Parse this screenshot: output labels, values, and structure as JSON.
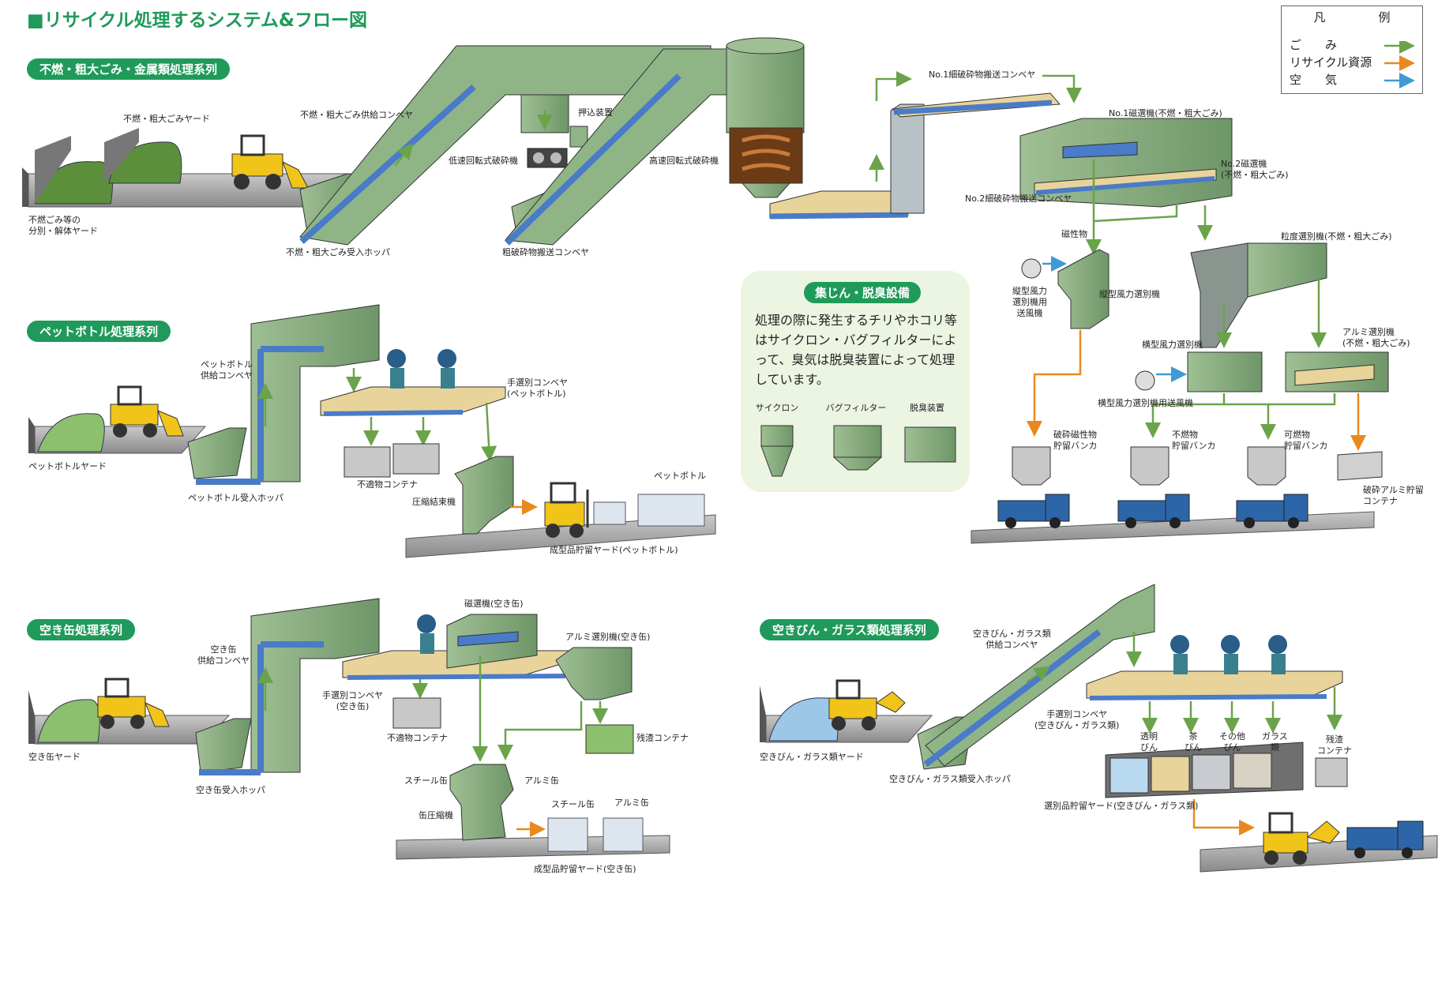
{
  "title": "■リサイクル処理するシステム&フロー図",
  "legend": {
    "title": "凡　例",
    "items": [
      {
        "label": "ご　　み",
        "color": "#6ba34a"
      },
      {
        "label": "リサイクル資源",
        "color": "#e8891f"
      },
      {
        "label": "空　　気",
        "color": "#3f9ad6"
      }
    ]
  },
  "sections": {
    "metal": "不燃・粗大ごみ・金属類処理系列",
    "pet": "ペットボトル処理系列",
    "can": "空き缶処理系列",
    "glass": "空きびん・ガラス類処理系列"
  },
  "metal": {
    "yard": "不燃・粗大ごみヤード",
    "sort_yard": "不燃ごみ等の\n分別・解体ヤード",
    "supply_conveyor": "不燃・粗大ごみ供給コンベヤ",
    "hopper": "不燃・粗大ごみ受入ホッパ",
    "low_speed": "低速回転式破砕機",
    "push": "押込装置",
    "coarse_conveyor": "粗破砕物搬送コンベヤ",
    "high_speed": "高速回転式破砕機",
    "no1_conveyor": "No.1細破砕物搬送コンベヤ",
    "no1_magnet": "No.1磁選機(不燃・粗大ごみ)",
    "no2_magnet": "No.2磁選機\n(不燃・粗大ごみ)",
    "no2_conveyor": "No.2細破砕物搬送コンベヤ",
    "magnetic": "磁性物",
    "vertical_fan": "縦型風力\n選別機用\n送風機",
    "vertical_sorter": "縦型風力選別機",
    "grain_sorter": "粒度選別機(不燃・粗大ごみ)",
    "horizontal_sorter": "横型風力選別機",
    "horizontal_fan": "横型風力選別機用送風機",
    "alu_sorter": "アルミ選別機\n(不燃・粗大ごみ)",
    "bunker_magnetic": "破砕磁性物\n貯留バンカ",
    "bunker_noncomb": "不燃物\n貯留バンカ",
    "bunker_comb": "可燃物\n貯留バンカ",
    "alu_container": "破砕アルミ貯留\nコンテナ"
  },
  "dust": {
    "title": "集じん・脱臭設備",
    "body": "処理の際に発生するチリやホコリ等はサイクロン・バグフィルターによって、臭気は脱臭装置によって処理しています。",
    "cyclone": "サイクロン",
    "bag_filter": "バグフィルター",
    "deodorizer": "脱臭装置"
  },
  "pet": {
    "supply_conveyor": "ペットボトル\n供給コンベヤ",
    "hand_conveyor": "手選別コンベヤ\n(ペットボトル)",
    "yard": "ペットボトルヤード",
    "hopper": "ペットボトル受入ホッパ",
    "unfit": "不適物コンテナ",
    "compressor": "圧縮結束機",
    "bales": "ペットボトル",
    "product_yard": "成型品貯留ヤード(ペットボトル)"
  },
  "can": {
    "supply_conveyor": "空き缶\n供給コンベヤ",
    "magnet": "磁選機(空き缶)",
    "alu_sorter": "アルミ選別機(空き缶)",
    "hand_conveyor": "手選別コンベヤ\n(空き缶)",
    "unfit": "不適物コンテナ",
    "residue": "残渣コンテナ",
    "yard": "空き缶ヤード",
    "hopper": "空き缶受入ホッパ",
    "steel": "スチール缶",
    "alu": "アルミ缶",
    "compressor": "缶圧縮機",
    "steel2": "スチール缶",
    "alu2": "アルミ缶",
    "product_yard": "成型品貯留ヤード(空き缶)"
  },
  "glass": {
    "supply_conveyor": "空きびん・ガラス類\n供給コンベヤ",
    "hand_conveyor": "手選別コンベヤ\n(空きびん・ガラス類)",
    "clear": "透明\nびん",
    "brown": "茶\nびん",
    "other": "その他\nびん",
    "glass": "ガラス\n類",
    "residue": "残渣\nコンテナ",
    "yard": "空きびん・ガラス類ヤード",
    "hopper": "空きびん・ガラス類受入ホッパ",
    "sorted_yard": "選別品貯留ヤード(空きびん・ガラス類)"
  }
}
